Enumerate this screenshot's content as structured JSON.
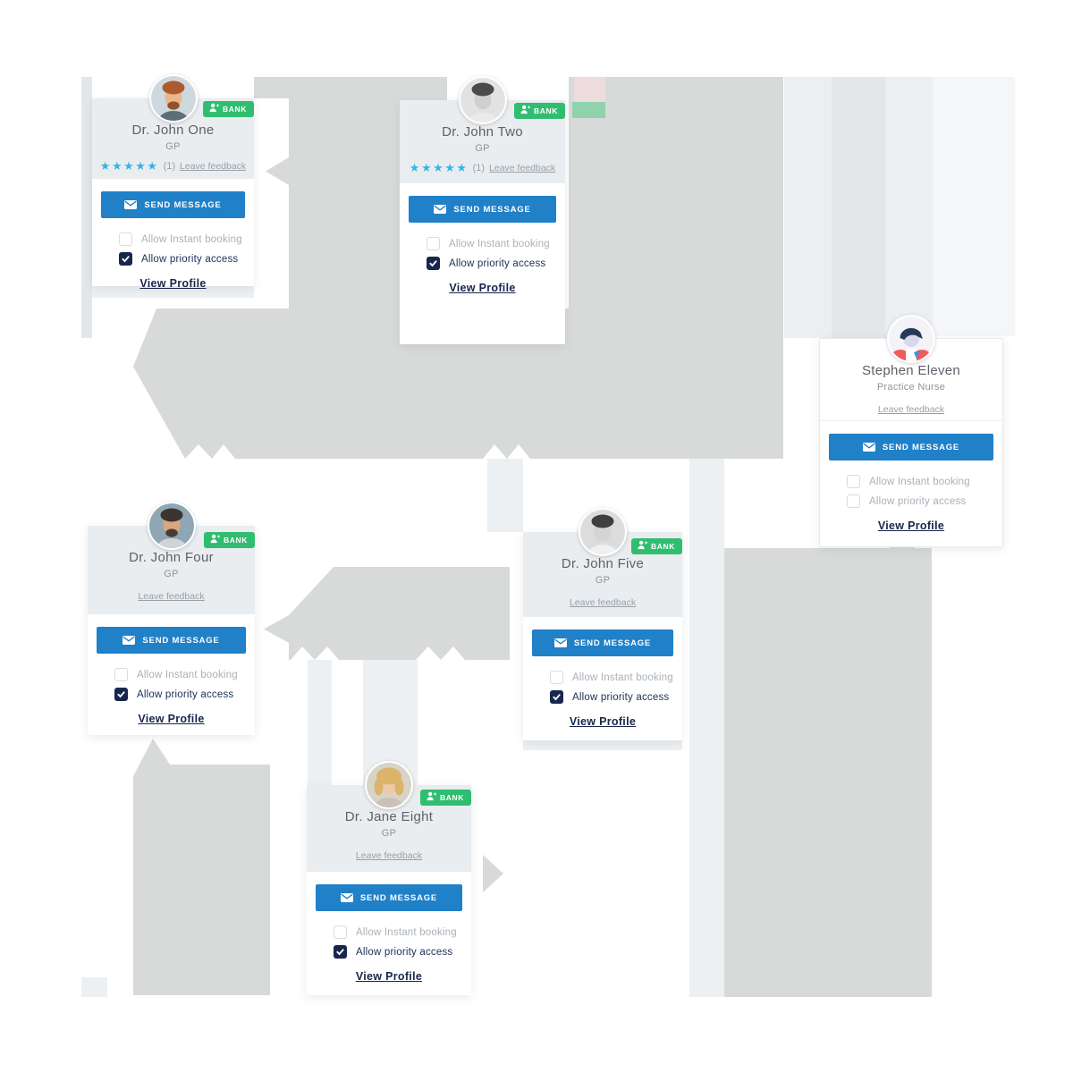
{
  "colors": {
    "accent_blue": "#2080c8",
    "badge_green": "#31bd70",
    "star_blue": "#35b5e5",
    "navy": "#17264c",
    "header_gray": "#e9edf0",
    "name_text": "#5c6268",
    "role_text": "#8d9499",
    "feedback_text": "#98a0a6",
    "muted_label": "#a9b1b8",
    "priority_label": "#1c2f55",
    "blob_gray": "#d8dada",
    "blob_light": "#edf0f2",
    "blob_lighter": "#f4f6f7",
    "blob_column": "#e3e7ea",
    "blob_side": "#e4e7e9",
    "remnant_green": "#8fd3ac",
    "remnant_pink": "#ecdcdd"
  },
  "cards": [
    {
      "id": "john-one",
      "name": "Dr. John One",
      "role": "GP",
      "badge": "BANK",
      "rating": {
        "stars": 5,
        "count": "(1)"
      },
      "leave_feedback": "Leave feedback",
      "send_message": "SEND MESSAGE",
      "checkboxes": [
        {
          "label": "Allow Instant booking",
          "checked": false
        },
        {
          "label": "Allow priority access",
          "checked": true
        }
      ],
      "view_profile": "View Profile",
      "avatar": {
        "style": "photo",
        "bg": "#cdd9de",
        "skin": "#eab68c",
        "hair": "#ab5b2d",
        "beard": "#94512a",
        "shirt": "#5d6e79"
      }
    },
    {
      "id": "john-two",
      "name": "Dr. John Two",
      "role": "GP",
      "badge": "BANK",
      "rating": {
        "stars": 5,
        "count": "(1)"
      },
      "leave_feedback": "Leave feedback",
      "send_message": "SEND MESSAGE",
      "checkboxes": [
        {
          "label": "Allow Instant booking",
          "checked": false
        },
        {
          "label": "Allow priority access",
          "checked": true
        }
      ],
      "view_profile": "View Profile",
      "avatar": {
        "style": "photo",
        "bg": "#e2e2e2",
        "skin": "#cfcfcf",
        "hair": "#4a4a4a",
        "beard": null,
        "shirt": "#ebebeb"
      }
    },
    {
      "id": "stephen-eleven",
      "name": "Stephen Eleven",
      "role": "Practice Nurse",
      "badge": null,
      "rating": null,
      "leave_feedback": "Leave feedback",
      "send_message": "SEND MESSAGE",
      "checkboxes": [
        {
          "label": "Allow Instant booking",
          "checked": false
        },
        {
          "label": "Allow priority access",
          "checked": false
        }
      ],
      "view_profile": "View Profile",
      "avatar": {
        "style": "illustration",
        "bg": "#f4f4f8",
        "skin": "#d7d9ea",
        "hair": "#27395a",
        "jacket": "#ee5b5c",
        "shirt": "#ffffff",
        "tie": "#2e9ad6"
      }
    },
    {
      "id": "john-four",
      "name": "Dr. John Four",
      "role": "GP",
      "badge": "BANK",
      "rating": null,
      "leave_feedback": "Leave feedback",
      "send_message": "SEND MESSAGE",
      "checkboxes": [
        {
          "label": "Allow Instant booking",
          "checked": false
        },
        {
          "label": "Allow priority access",
          "checked": true
        }
      ],
      "view_profile": "View Profile",
      "avatar": {
        "style": "photo",
        "bg": "#8fa6b5",
        "skin": "#d9a77e",
        "hair": "#3c3430",
        "beard": "#4a3c33",
        "shirt": "#cfd4d6"
      }
    },
    {
      "id": "john-five",
      "name": "Dr. John Five",
      "role": "GP",
      "badge": "BANK",
      "rating": null,
      "leave_feedback": "Leave feedback",
      "send_message": "SEND MESSAGE",
      "checkboxes": [
        {
          "label": "Allow Instant booking",
          "checked": false
        },
        {
          "label": "Allow priority access",
          "checked": true
        }
      ],
      "view_profile": "View Profile",
      "avatar": {
        "style": "photo",
        "bg": "#dcdcdc",
        "skin": "#d4d4d4",
        "hair": "#3f3f3f",
        "beard": null,
        "shirt": "#f0f0f0"
      }
    },
    {
      "id": "jane-eight",
      "name": "Dr. Jane Eight",
      "role": "GP",
      "badge": "BANK",
      "rating": null,
      "leave_feedback": "Leave feedback",
      "send_message": "SEND MESSAGE",
      "checkboxes": [
        {
          "label": "Allow Instant booking",
          "checked": false
        },
        {
          "label": "Allow priority access",
          "checked": true
        }
      ],
      "view_profile": "View Profile",
      "avatar": {
        "style": "photo",
        "long": true,
        "bg": "#d8d3c8",
        "skin": "#edc9a8",
        "hair": "#d9b46a",
        "beard": null,
        "shirt": "#c9c2b8"
      }
    }
  ]
}
